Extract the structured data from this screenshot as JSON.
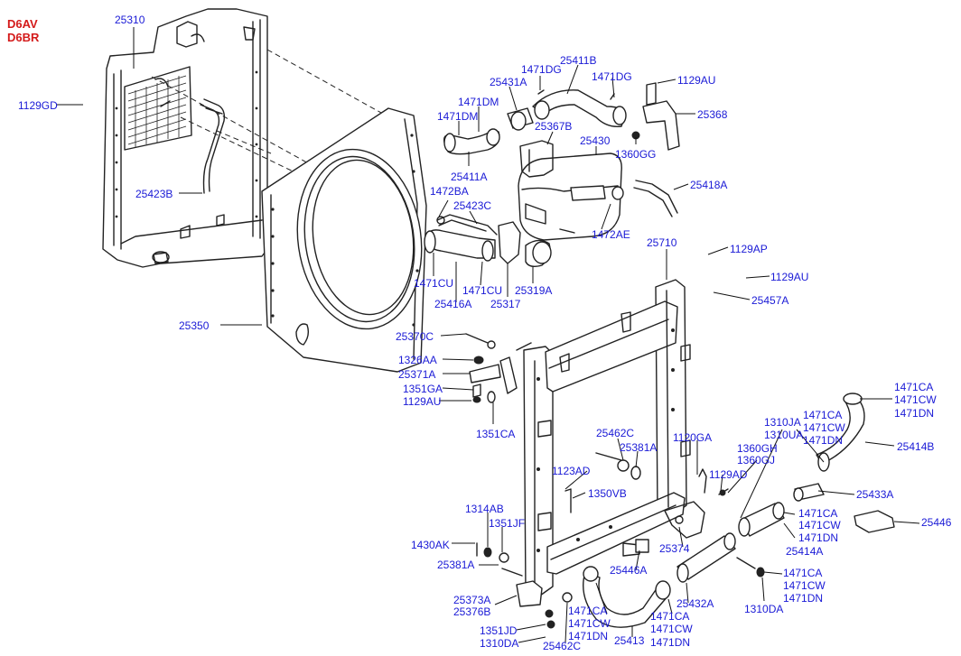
{
  "models": [
    "D6AV",
    "D6BR"
  ],
  "colors": {
    "label": "#1a1ad6",
    "model": "#d41a1a",
    "line": "#222222"
  },
  "parts": {
    "p25310": "25310",
    "p1129GD": "1129GD",
    "p25423B": "25423B",
    "p25350": "25350",
    "p1471DM_a": "1471DM",
    "p1471DM_b": "1471DM",
    "p25411A": "25411A",
    "p1472BA": "1472BA",
    "p25423C": "25423C",
    "p1471CU_a": "1471CU",
    "p25416A": "25416A",
    "p1471CU_b": "1471CU",
    "p25317": "25317",
    "p25319A": "25319A",
    "p25431A": "25431A",
    "p1471DG_a": "1471DG",
    "p25411B": "25411B",
    "p1471DG_b": "1471DG",
    "p25367B": "25367B",
    "p25430": "25430",
    "p1472AE": "1472AE",
    "p1129AU_a": "1129AU",
    "p25368": "25368",
    "p1360GG": "1360GG",
    "p25418A": "25418A",
    "p25710": "25710",
    "p1129AP": "1129AP",
    "p1129AU_b": "1129AU",
    "p25457A": "25457A",
    "p25370C": "25370C",
    "p1326AA": "1326AA",
    "p25371A": "25371A",
    "p1351GA": "1351GA",
    "p1129AU_c": "1129AU",
    "p1351CA": "1351CA",
    "p25462C_a": "25462C",
    "p25381A_a": "25381A",
    "p1123AD": "1123AD",
    "p1350VB": "1350VB",
    "p1120GA": "1120GA",
    "p1129AD": "1129AD",
    "p1310JA": "1310JA",
    "p1310UA": "1310UA",
    "p1360GH": "1360GH",
    "p1360GJ": "1360GJ",
    "p1314AB": "1314AB",
    "p1351JF": "1351JF",
    "p1430AK": "1430AK",
    "p25381A_b": "25381A",
    "p25374": "25374",
    "p25446A": "25446A",
    "p25373A": "25373A",
    "p25376B": "25376B",
    "p1351JD": "1351JD",
    "p1310DA_a": "1310DA",
    "p25462C_b": "25462C",
    "p1471CA_a": "1471CA",
    "p1471CW_a": "1471CW",
    "p1471DN_a": "1471DN",
    "p25413": "25413",
    "p1471CA_b": "1471CA",
    "p1471CW_b": "1471CW",
    "p1471DN_b": "1471DN",
    "p25432A": "25432A",
    "p1310DA_b": "1310DA",
    "p1471CA_c": "1471CA",
    "p1471CW_c": "1471CW",
    "p1471DN_c": "1471DN",
    "p25414A": "25414A",
    "p1471CA_d": "1471CA",
    "p1471CW_d": "1471CW",
    "p1471DN_d": "1471DN",
    "p1471CA_e": "1471CA",
    "p1471CW_e": "1471CW",
    "p1471DN_e": "1471DN",
    "p1471CA_f": "1471CA",
    "p1471CW_f": "1471CW",
    "p1471DN_f": "1471DN",
    "p25414B": "25414B",
    "p25433A": "25433A",
    "p25446": "25446"
  }
}
